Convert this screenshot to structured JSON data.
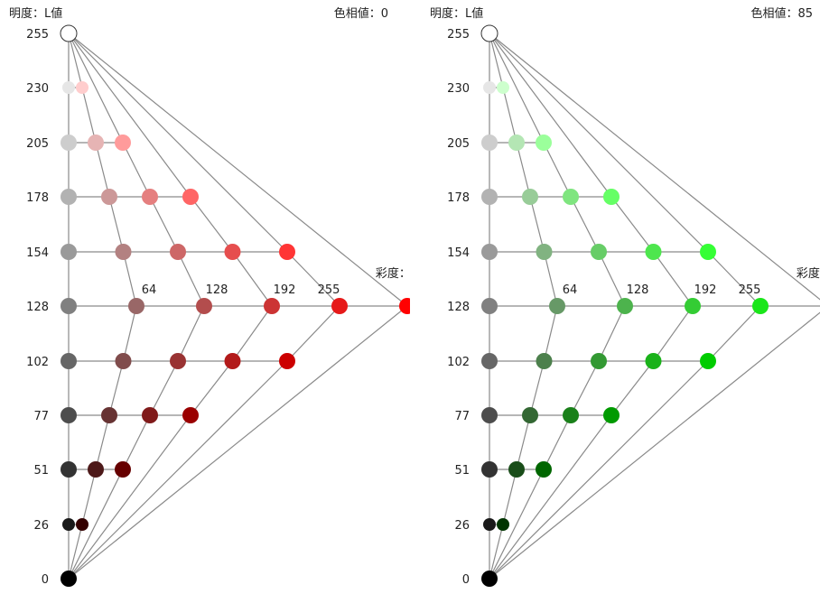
{
  "panels": [
    {
      "lightness_title": "明度：L値",
      "hue_title": "色相値：0",
      "hue": 0,
      "saturation_title": "彩度：S値"
    },
    {
      "lightness_title": "明度：L値",
      "hue_title": "色相値：85",
      "hue": 85,
      "saturation_title": "彩度：S値"
    }
  ],
  "lightness_levels": [
    255,
    230,
    205,
    178,
    154,
    128,
    102,
    77,
    51,
    26,
    0
  ],
  "saturation_levels": [
    64,
    128,
    192,
    255
  ],
  "colors": {
    "line": "#8a8a8a",
    "hue0_accent": "#ff0000",
    "hue85_accent": "#00ff00"
  }
}
